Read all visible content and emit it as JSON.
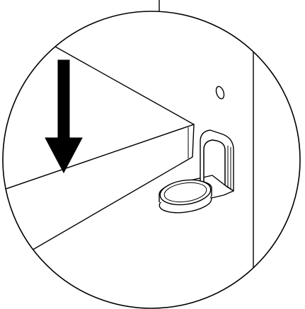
{
  "illustration": {
    "kind": "assembly-detail-callout",
    "stroke_color": "#000000",
    "fill_color": "#ffffff",
    "arrow_color": "#000000",
    "arrow_direction": "down",
    "parts": [
      "shelf-panel",
      "side-panel",
      "shelf-support-bracket",
      "support-peg",
      "peg-hole"
    ]
  }
}
